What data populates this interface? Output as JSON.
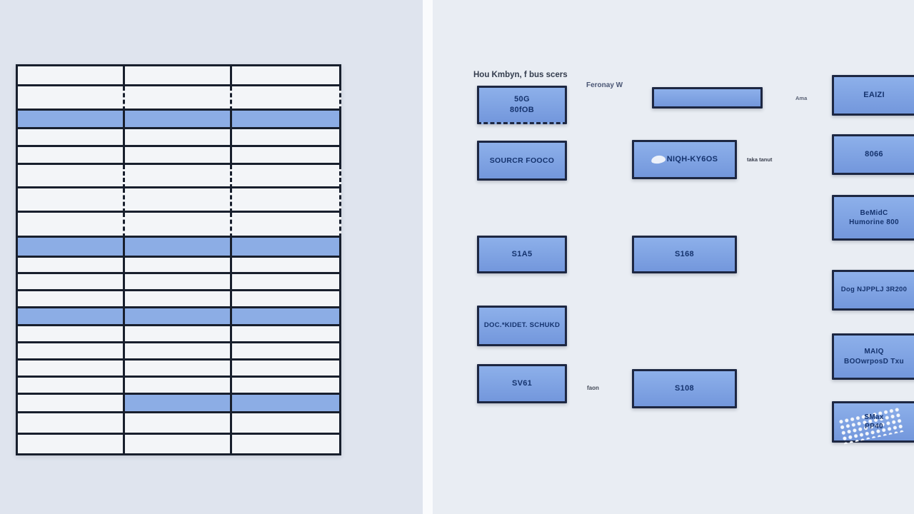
{
  "left_panel": {
    "table": {
      "columns": 3,
      "rows": [
        {
          "highlight": "none",
          "dashed": false
        },
        {
          "highlight": "none",
          "dashed": true
        },
        {
          "highlight": "full",
          "dashed": false
        },
        {
          "highlight": "none",
          "dashed": false
        },
        {
          "highlight": "none",
          "dashed": false
        },
        {
          "highlight": "none",
          "dashed": true
        },
        {
          "highlight": "none",
          "dashed": true
        },
        {
          "highlight": "none",
          "dashed": true
        },
        {
          "highlight": "full",
          "dashed": false
        },
        {
          "highlight": "none",
          "dashed": false
        },
        {
          "highlight": "none",
          "dashed": false
        },
        {
          "highlight": "none",
          "dashed": false
        },
        {
          "highlight": "full",
          "dashed": false
        },
        {
          "highlight": "none",
          "dashed": false
        },
        {
          "highlight": "none",
          "dashed": false
        },
        {
          "highlight": "none",
          "dashed": false
        },
        {
          "highlight": "none",
          "dashed": false
        },
        {
          "highlight": "partial",
          "dashed": false
        },
        {
          "highlight": "none",
          "dashed": false
        },
        {
          "highlight": "none",
          "dashed": false
        }
      ],
      "colors": {
        "row_bg": "#f3f5f8",
        "highlight_bg": "#8cade5",
        "border": "#181f2d"
      }
    }
  },
  "right_panel": {
    "title": "Hou Kmbyn, f bus scers",
    "edge_labels": {
      "top_arrow": "Feronay W",
      "dashed_top": "Ama",
      "mid_arrow": "taka tanut",
      "bottom_arrow": "faon"
    },
    "nodes": {
      "b1": {
        "lines": [
          "50G",
          "80fOB"
        ]
      },
      "b2": {
        "lines": [
          "SOURCR FOOCO"
        ]
      },
      "b3": {
        "lines": [
          "S1A5"
        ]
      },
      "b4": {
        "lines": [
          "DOC.*KIDET. SCHUKD"
        ]
      },
      "b5": {
        "lines": [
          "SV61"
        ]
      },
      "m1": {
        "lines": [
          ""
        ]
      },
      "m2": {
        "lines": [
          "NIQH-KY6OS"
        ]
      },
      "m3": {
        "lines": [
          "S168"
        ]
      },
      "m4": {
        "lines": [
          "S108"
        ]
      },
      "r1": {
        "lines": [
          "EAIZI"
        ]
      },
      "r2": {
        "lines": [
          "8066"
        ]
      },
      "r3": {
        "lines": [
          "BeMidC",
          "Humorine 800"
        ]
      },
      "r4": {
        "lines": [
          "Dog NJPPLJ 3R200"
        ]
      },
      "r5": {
        "lines": [
          "MAIQ",
          "BOOwrposD Txu"
        ]
      },
      "r6": {
        "lines": [
          "SMax",
          "PP40"
        ]
      }
    },
    "colors": {
      "node_fill": "#7ea3e4",
      "node_border": "#1d2742",
      "line": "#1c1c1c",
      "panel_bg": "#e9edf3"
    }
  }
}
